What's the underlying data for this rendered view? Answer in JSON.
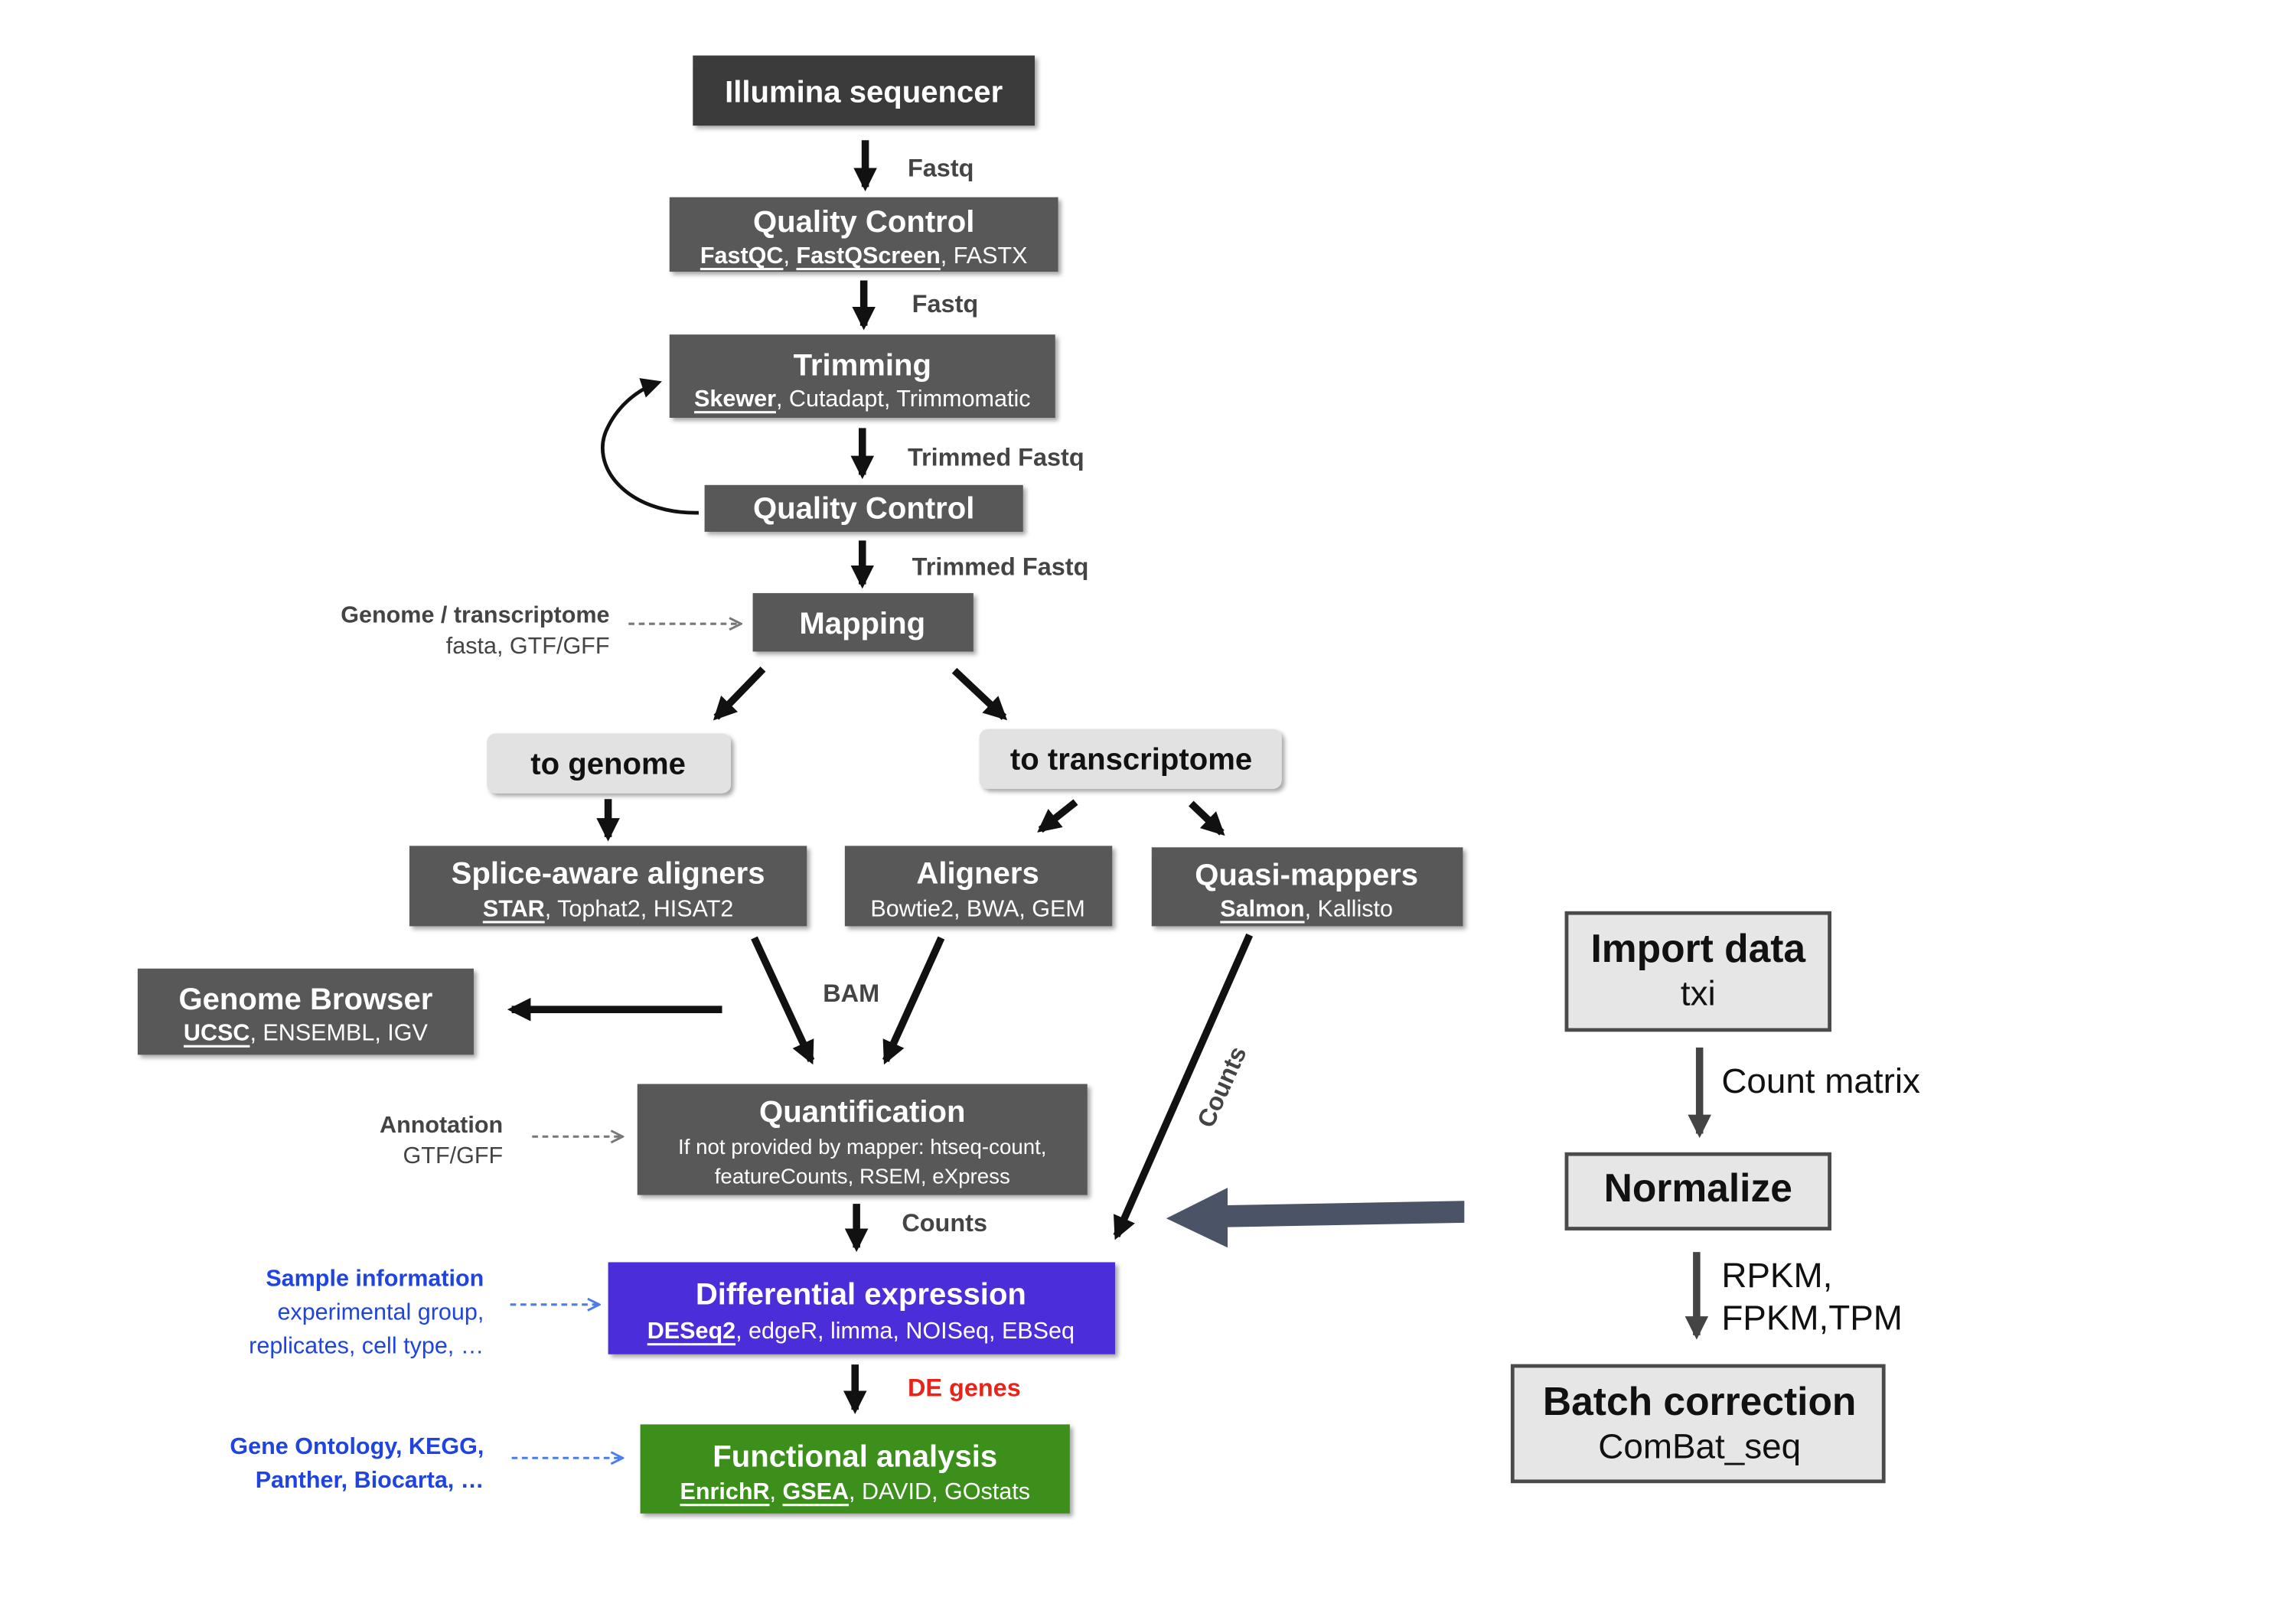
{
  "steps": {
    "sequencer": {
      "title": "Illumina sequencer"
    },
    "quality_control_1": {
      "title": "Quality Control",
      "tools": [
        {
          "text": "FastQC",
          "underlined": true
        },
        {
          "text": ", "
        },
        {
          "text": "FastQScreen",
          "underlined": true
        },
        {
          "text": ", FASTX"
        }
      ]
    },
    "trimming": {
      "title": "Trimming",
      "tools": [
        {
          "text": "Skewer",
          "underlined": true
        },
        {
          "text": ", Cutadapt, Trimmomatic"
        }
      ]
    },
    "quality_control_2": {
      "title": "Quality Control"
    },
    "mapping": {
      "title": "Mapping"
    },
    "to_genome": {
      "title": "to genome"
    },
    "to_transcriptome": {
      "title": "to transcriptome"
    },
    "splice_aware_aligners": {
      "title": "Splice-aware aligners",
      "tools": [
        {
          "text": "STAR",
          "underlined": true
        },
        {
          "text": ", Tophat2, HISAT2"
        }
      ]
    },
    "aligners": {
      "title": "Aligners",
      "tools": [
        {
          "text": "Bowtie2, BWA, GEM"
        }
      ]
    },
    "quasi_mappers": {
      "title": "Quasi-mappers",
      "tools": [
        {
          "text": "Salmon",
          "underlined": true
        },
        {
          "text": ", Kallisto"
        }
      ]
    },
    "genome_browser": {
      "title": "Genome Browser",
      "tools": [
        {
          "text": "UCSC",
          "underlined": true
        },
        {
          "text": ", ENSEMBL, IGV"
        }
      ]
    },
    "quantification": {
      "title": "Quantification",
      "note_lines": [
        "If not provided by mapper: htseq-count,",
        "featureCounts, RSEM, eXpress"
      ]
    },
    "differential_expression": {
      "title": "Differential expression",
      "tools": [
        {
          "text": "DESeq2",
          "underlined": true
        },
        {
          "text": ", edgeR, limma, NOISeq, EBSeq"
        }
      ]
    },
    "functional_analysis": {
      "title": "Functional analysis",
      "tools": [
        {
          "text": "EnrichR",
          "underlined": true
        },
        {
          "text": ", "
        },
        {
          "text": "GSEA",
          "underlined": true
        },
        {
          "text": ", DAVID, GOstats"
        }
      ]
    }
  },
  "edge_labels": {
    "fastq_1": "Fastq",
    "fastq_2": "Fastq",
    "trimmed_fastq_1": "Trimmed Fastq",
    "trimmed_fastq_2": "Trimmed Fastq",
    "bam": "BAM",
    "counts_quasi": "Counts",
    "counts": "Counts",
    "de_genes": "DE genes"
  },
  "inputs": {
    "genome": {
      "title": "Genome / transcriptome",
      "detail": "fasta, GTF/GFF"
    },
    "annotation": {
      "title": "Annotation",
      "detail": "GTF/GFF"
    },
    "sample_information": {
      "title": "Sample information",
      "detail_lines": [
        "experimental group,",
        "replicates, cell type, …"
      ]
    },
    "databases": {
      "lines": [
        "Gene Ontology, KEGG,",
        "Panther, Biocarta, …"
      ]
    }
  },
  "side_panel": {
    "import_data": {
      "title": "Import data",
      "detail": "txi"
    },
    "edge_1": {
      "lines": [
        "Count matrix"
      ]
    },
    "normalize": {
      "title": "Normalize"
    },
    "edge_2": {
      "lines": [
        "RPKM,",
        "FPKM,TPM"
      ]
    },
    "batch_correction": {
      "title": "Batch correction",
      "detail": "ComBat_seq"
    }
  },
  "colors": {
    "sequencer_box": "#3b3b3b",
    "step_box": "#585858",
    "branch_box": "#e2e2e2",
    "de_box": "#4b2fd9",
    "functional_box": "#3e8f1d",
    "edge_label": "#444444",
    "annotation_text": "#444444",
    "input_blue": "#1f44e0",
    "de_genes_red": "#e8241a",
    "side_box": "#e6e6e6",
    "side_arrow": "#4b5366"
  }
}
